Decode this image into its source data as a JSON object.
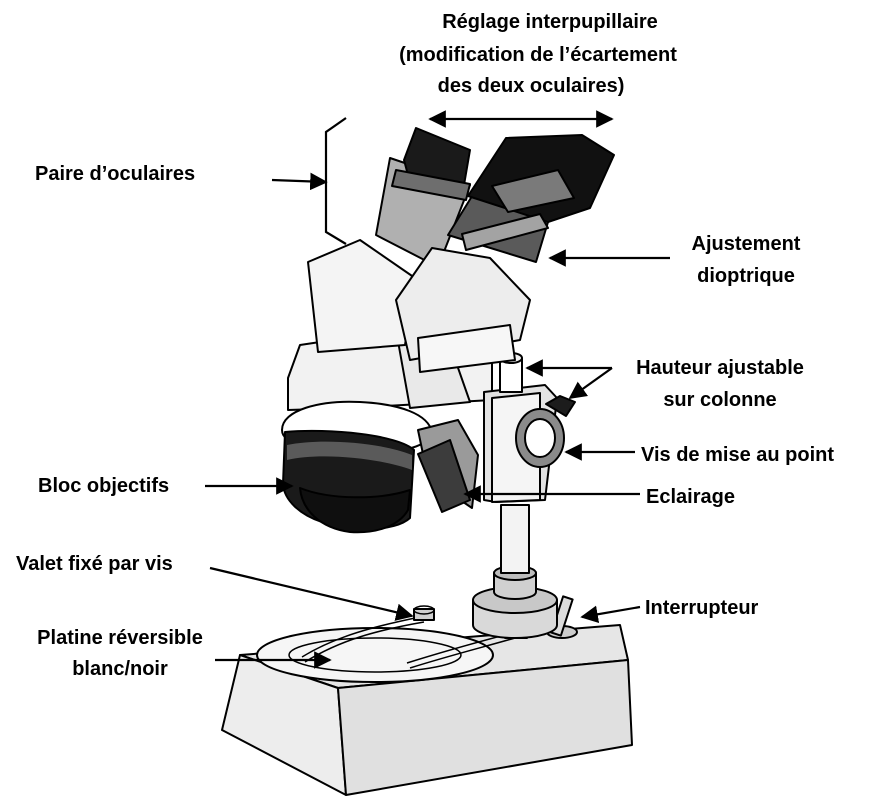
{
  "labels": {
    "interpupillary_1": "Réglage interpupillaire",
    "interpupillary_2": "(modification de l’écartement",
    "interpupillary_3": "des deux oculaires)",
    "eyepieces": "Paire d’oculaires",
    "diopter_1": "Ajustement",
    "diopter_2": "dioptrique",
    "column_height_1": "Hauteur ajustable",
    "column_height_2": "sur colonne",
    "focus_screw": "Vis de mise au point",
    "objectives": "Bloc objectifs",
    "lighting": "Eclairage",
    "clip": "Valet fixé par vis",
    "switch": "Interrupteur",
    "stage_1": "Platine réversible",
    "stage_2": "blanc/noir"
  },
  "colors": {
    "light_gray": "#e6e6e6",
    "mid_gray": "#9a9a9a",
    "dark_gray": "#4a4a4a",
    "black": "#0a0a0a",
    "white": "#ffffff"
  }
}
